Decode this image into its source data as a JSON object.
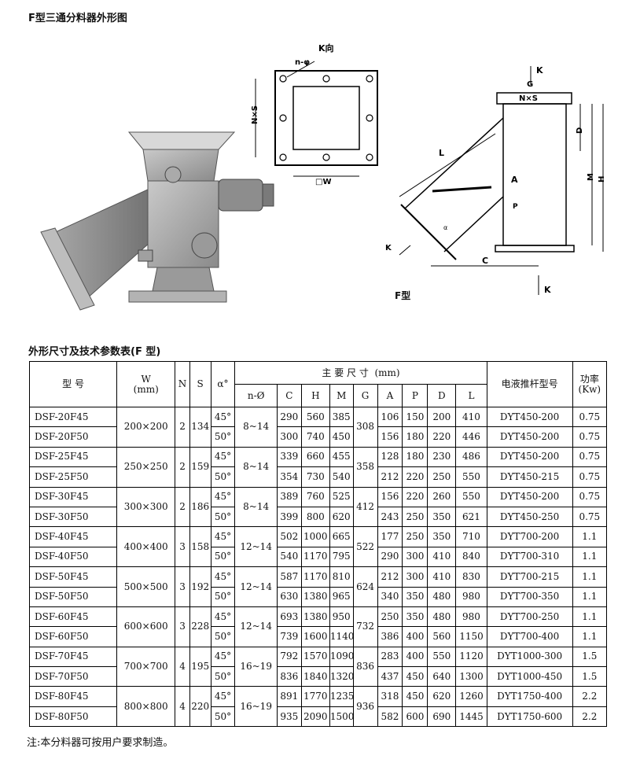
{
  "page_title": "F型三通分料器外形图",
  "diagram_labels": {
    "k_view": "K向",
    "n_phi": "n-φ",
    "n_x_s": "N×S",
    "w_box": "□W",
    "g": "G",
    "k": "K",
    "d": "D",
    "m": "M",
    "h": "H",
    "l": "L",
    "a": "A",
    "p": "P",
    "c": "C",
    "alpha": "α",
    "f_type": "F型"
  },
  "table": {
    "title": "外形尺寸及技术参数表(F 型)",
    "headers": {
      "model": "型 号",
      "w": "W",
      "w_unit": "(mm)",
      "n": "N",
      "s": "S",
      "alpha": "α°",
      "main_dim": "主  要  尺  寸",
      "main_dim_unit": "(mm)",
      "n_phi": "n-Ø",
      "c": "C",
      "h": "H",
      "m": "M",
      "g": "G",
      "a": "A",
      "p": "P",
      "d": "D",
      "l": "L",
      "actuator": "电液推杆型号",
      "power": "功率",
      "power_unit": "(Kw)"
    },
    "groups": [
      {
        "w": "200×200",
        "n": "2",
        "s": "134",
        "nphi": "8~14",
        "g": "308",
        "rows": [
          {
            "model": "DSF-20F45",
            "alpha": "45°",
            "c": "290",
            "h": "560",
            "m": "385",
            "a": "106",
            "p": "150",
            "d": "200",
            "l": "410",
            "act": "DYT450-200",
            "kw": "0.75"
          },
          {
            "model": "DSF-20F50",
            "alpha": "50°",
            "c": "300",
            "h": "740",
            "m": "450",
            "a": "156",
            "p": "180",
            "d": "220",
            "l": "446",
            "act": "DYT450-200",
            "kw": "0.75"
          }
        ]
      },
      {
        "w": "250×250",
        "n": "2",
        "s": "159",
        "nphi": "8~14",
        "g": "358",
        "rows": [
          {
            "model": "DSF-25F45",
            "alpha": "45°",
            "c": "339",
            "h": "660",
            "m": "455",
            "a": "128",
            "p": "180",
            "d": "230",
            "l": "486",
            "act": "DYT450-200",
            "kw": "0.75"
          },
          {
            "model": "DSF-25F50",
            "alpha": "50°",
            "c": "354",
            "h": "730",
            "m": "540",
            "a": "212",
            "p": "220",
            "d": "250",
            "l": "550",
            "act": "DYT450-215",
            "kw": "0.75"
          }
        ]
      },
      {
        "w": "300×300",
        "n": "2",
        "s": "186",
        "nphi": "8~14",
        "g": "412",
        "rows": [
          {
            "model": "DSF-30F45",
            "alpha": "45°",
            "c": "389",
            "h": "760",
            "m": "525",
            "a": "156",
            "p": "220",
            "d": "260",
            "l": "550",
            "act": "DYT450-200",
            "kw": "0.75"
          },
          {
            "model": "DSF-30F50",
            "alpha": "50°",
            "c": "399",
            "h": "800",
            "m": "620",
            "a": "243",
            "p": "250",
            "d": "350",
            "l": "621",
            "act": "DYT450-250",
            "kw": "0.75"
          }
        ]
      },
      {
        "w": "400×400",
        "n": "3",
        "s": "158",
        "nphi": "12~14",
        "g": "522",
        "rows": [
          {
            "model": "DSF-40F45",
            "alpha": "45°",
            "c": "502",
            "h": "1000",
            "m": "665",
            "a": "177",
            "p": "250",
            "d": "350",
            "l": "710",
            "act": "DYT700-200",
            "kw": "1.1"
          },
          {
            "model": "DSF-40F50",
            "alpha": "50°",
            "c": "540",
            "h": "1170",
            "m": "795",
            "a": "290",
            "p": "300",
            "d": "410",
            "l": "840",
            "act": "DYT700-310",
            "kw": "1.1"
          }
        ]
      },
      {
        "w": "500×500",
        "n": "3",
        "s": "192",
        "nphi": "12~14",
        "g": "624",
        "rows": [
          {
            "model": "DSF-50F45",
            "alpha": "45°",
            "c": "587",
            "h": "1170",
            "m": "810",
            "a": "212",
            "p": "300",
            "d": "410",
            "l": "830",
            "act": "DYT700-215",
            "kw": "1.1"
          },
          {
            "model": "DSF-50F50",
            "alpha": "50°",
            "c": "630",
            "h": "1380",
            "m": "965",
            "a": "340",
            "p": "350",
            "d": "480",
            "l": "980",
            "act": "DYT700-350",
            "kw": "1.1"
          }
        ]
      },
      {
        "w": "600×600",
        "n": "3",
        "s": "228",
        "nphi": "12~14",
        "g": "732",
        "rows": [
          {
            "model": "DSF-60F45",
            "alpha": "45°",
            "c": "693",
            "h": "1380",
            "m": "950",
            "a": "250",
            "p": "350",
            "d": "480",
            "l": "980",
            "act": "DYT700-250",
            "kw": "1.1"
          },
          {
            "model": "DSF-60F50",
            "alpha": "50°",
            "c": "739",
            "h": "1600",
            "m": "1140",
            "a": "386",
            "p": "400",
            "d": "560",
            "l": "1150",
            "act": "DYT700-400",
            "kw": "1.1"
          }
        ]
      },
      {
        "w": "700×700",
        "n": "4",
        "s": "195",
        "nphi": "16~19",
        "g": "836",
        "rows": [
          {
            "model": "DSF-70F45",
            "alpha": "45°",
            "c": "792",
            "h": "1570",
            "m": "1090",
            "a": "283",
            "p": "400",
            "d": "550",
            "l": "1120",
            "act": "DYT1000-300",
            "kw": "1.5"
          },
          {
            "model": "DSF-70F50",
            "alpha": "50°",
            "c": "836",
            "h": "1840",
            "m": "1320",
            "a": "437",
            "p": "450",
            "d": "640",
            "l": "1300",
            "act": "DYT1000-450",
            "kw": "1.5"
          }
        ]
      },
      {
        "w": "800×800",
        "n": "4",
        "s": "220",
        "nphi": "16~19",
        "g": "936",
        "rows": [
          {
            "model": "DSF-80F45",
            "alpha": "45°",
            "c": "891",
            "h": "1770",
            "m": "1235",
            "a": "318",
            "p": "450",
            "d": "620",
            "l": "1260",
            "act": "DYT1750-400",
            "kw": "2.2"
          },
          {
            "model": "DSF-80F50",
            "alpha": "50°",
            "c": "935",
            "h": "2090",
            "m": "1500",
            "a": "582",
            "p": "600",
            "d": "690",
            "l": "1445",
            "act": "DYT1750-600",
            "kw": "2.2"
          }
        ]
      }
    ]
  },
  "note": "注:本分料器可按用户要求制造。"
}
